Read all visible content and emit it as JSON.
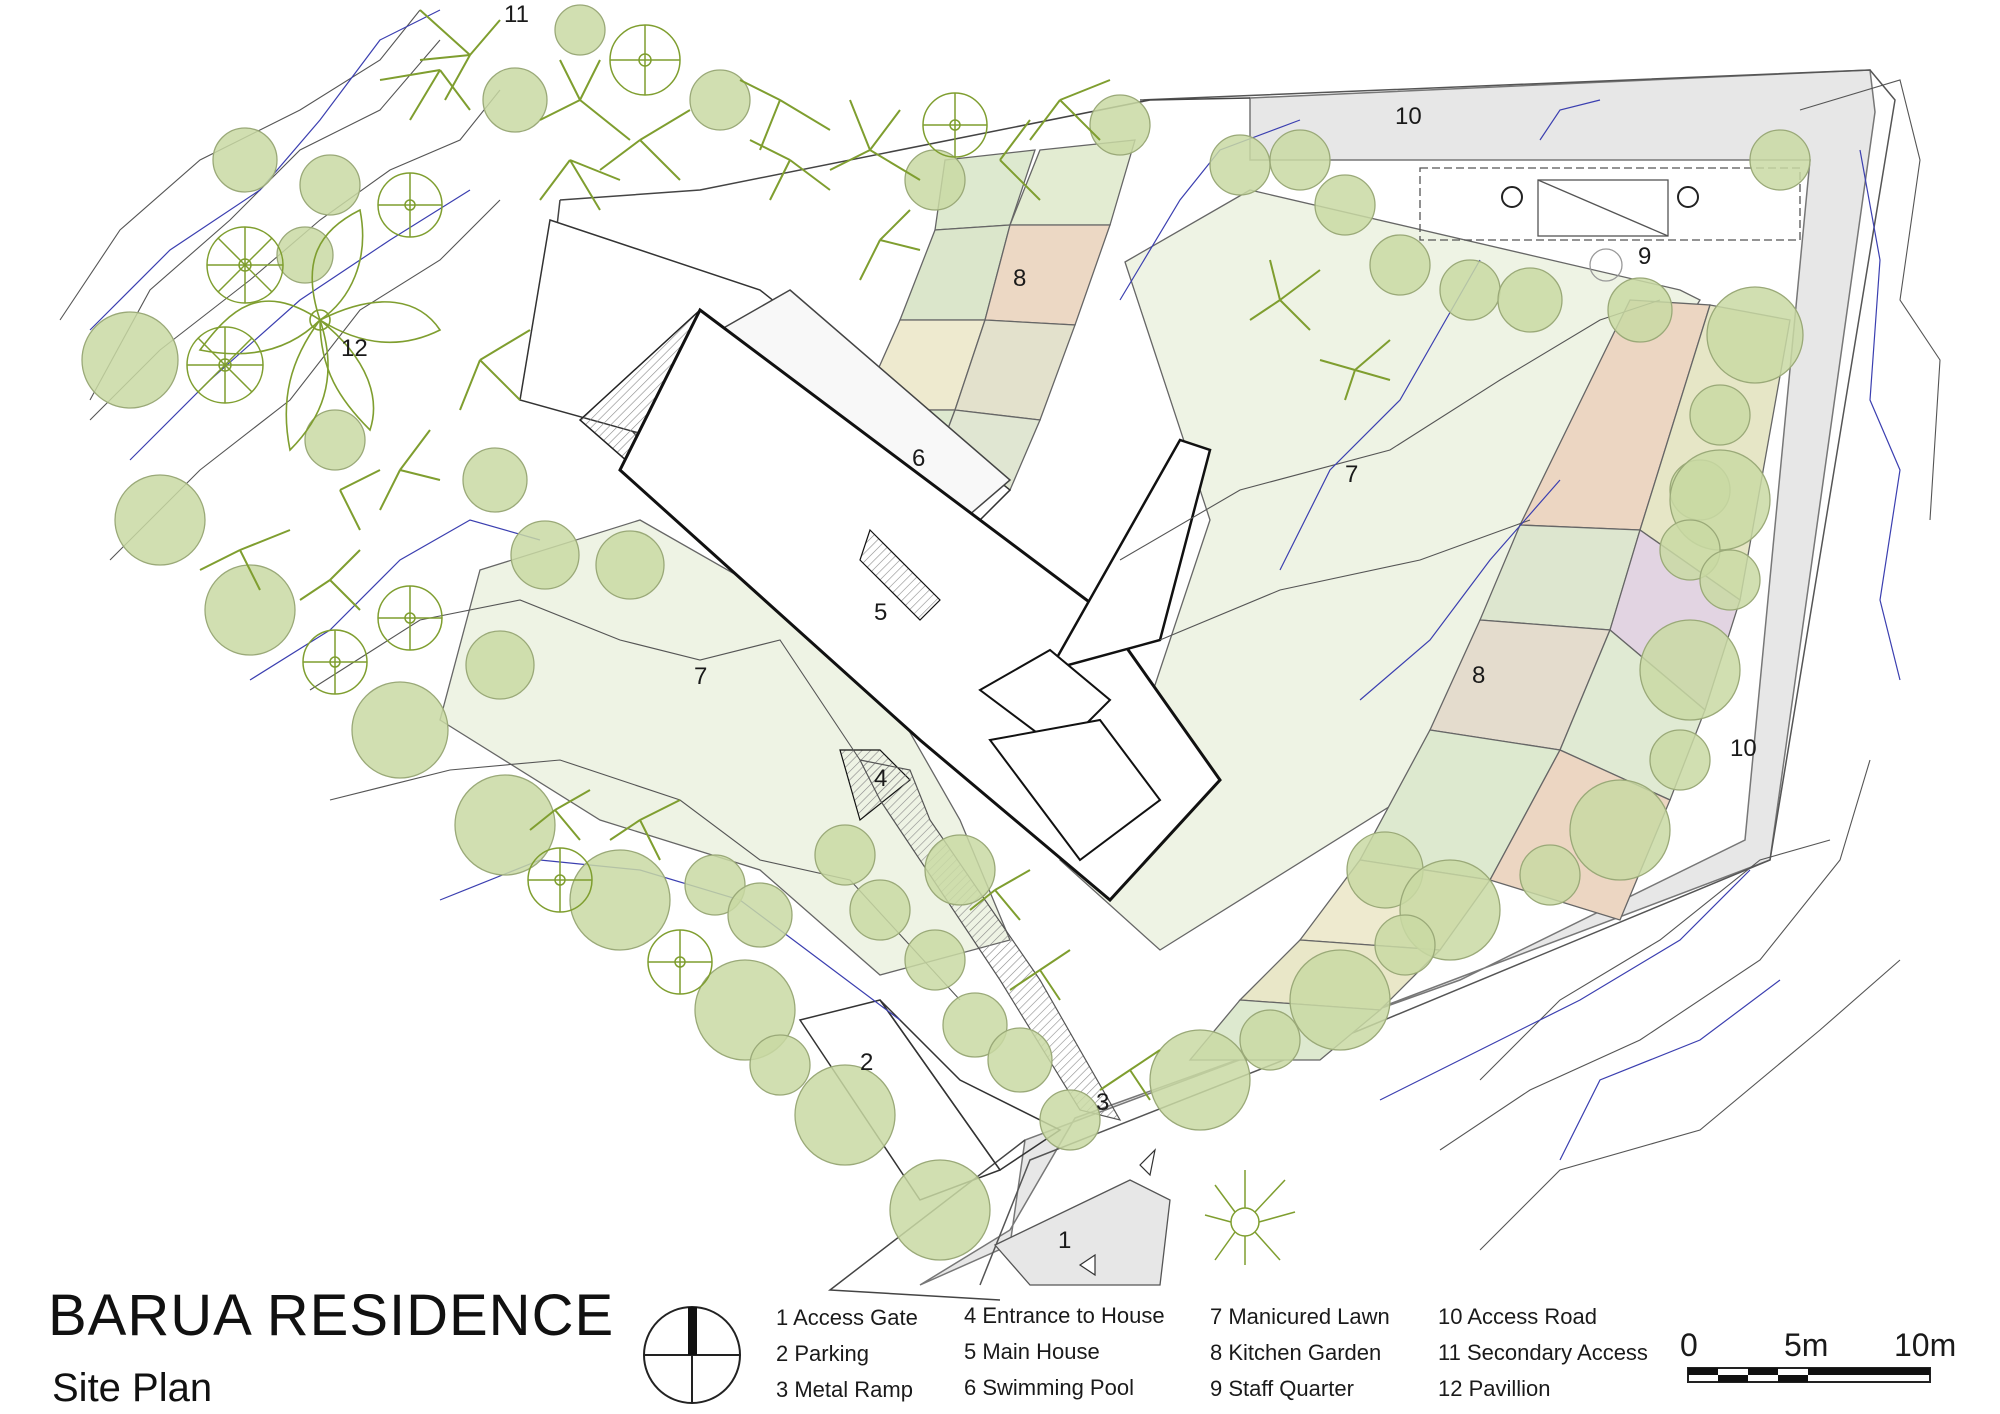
{
  "title": "BARUA RESIDENCE",
  "subtitle": "Site Plan",
  "legend": {
    "items": [
      {
        "num": "1",
        "text": "Access Gate"
      },
      {
        "num": "2",
        "text": "Parking"
      },
      {
        "num": "3",
        "text": "Metal Ramp"
      },
      {
        "num": "4",
        "text": "Entrance to House"
      },
      {
        "num": "5",
        "text": "Main House"
      },
      {
        "num": "6",
        "text": "Swimming Pool"
      },
      {
        "num": "7",
        "text": "Manicured Lawn"
      },
      {
        "num": "8",
        "text": "Kitchen Garden"
      },
      {
        "num": "9",
        "text": "Staff Quarter"
      },
      {
        "num": "10",
        "text": "Access Road"
      },
      {
        "num": "11",
        "text": "Secondary Access"
      },
      {
        "num": "12",
        "text": "Pavillion"
      }
    ],
    "line_1": "1 Access Gate",
    "line_2": "2 Parking",
    "line_3": "3 Metal Ramp",
    "line_4": "4 Entrance to House",
    "line_5": "5 Main House",
    "line_6": "6 Swimming Pool",
    "line_7": "7 Manicured Lawn",
    "line_8": "8 Kitchen Garden",
    "line_9": "9 Staff Quarter",
    "line_10": "10 Access Road",
    "line_11": "11 Secondary Access",
    "line_12": "12 Pavillion"
  },
  "plan_labels": {
    "l1": "1",
    "l2": "2",
    "l3": "3",
    "l4": "4",
    "l5": "5",
    "l6": "6",
    "l7a": "7",
    "l7b": "7",
    "l8a": "8",
    "l8b": "8",
    "l9": "9",
    "l10a": "10",
    "l10b": "10",
    "l11": "11",
    "l12": "12"
  },
  "scale_bar": {
    "tick_0": "0",
    "tick_5": "5m",
    "tick_10": "10m"
  },
  "colors": {
    "tree_fill": "#c9d9a3",
    "palm_stroke": "#7f9e2f",
    "lawn": "#eef3e4",
    "road": "#e6e6e6",
    "contour_blue": "#3b3fb0",
    "contour_grey": "#555555"
  },
  "icons": {
    "north": "north-arrow-icon"
  }
}
